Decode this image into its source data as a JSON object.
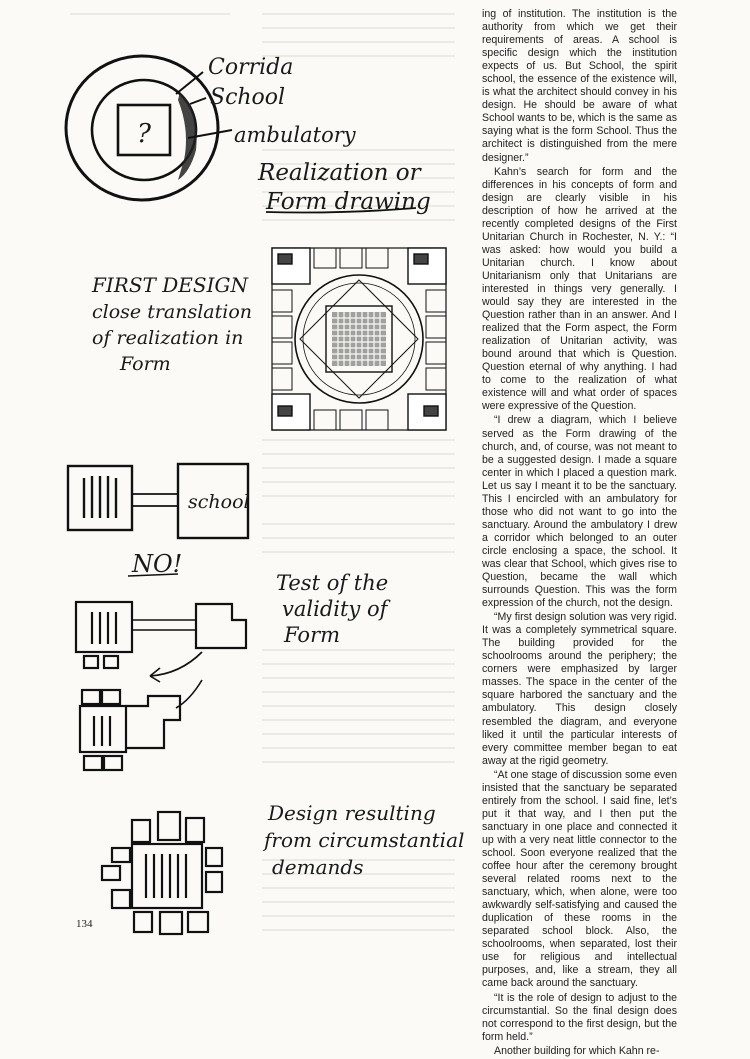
{
  "page": {
    "number": "134"
  },
  "sketches": {
    "diagram1": {
      "corridor": "Corrida",
      "school": "School",
      "question_mark": "?",
      "ambulatory": "ambulatory",
      "caption_line1": "Realization or",
      "caption_line2": "Form drawing"
    },
    "first_design": {
      "line1": "FIRST DESIGN",
      "line2": "close translation",
      "line3": "of realization in",
      "line4": "Form"
    },
    "diagram2": {
      "school_box": "school",
      "no": "NO!"
    },
    "test": {
      "line1": "Test of the",
      "line2": "validity of",
      "line3": "Form"
    },
    "result": {
      "line1": "Design resulting",
      "line2": "from circumstantial",
      "line3": "demands"
    }
  },
  "body_text": [
    "ing of institution. The institution is the authority from which we get their requirements of areas. A school is specific design which the institution expects of us. But School, the spirit school, the essence of the existence will, is what the architect should convey in his design. He should be aware of what School wants to be, which is the same as saying what is the form School. Thus the architect is distinguished from the mere designer.”",
    "Kahn’s search for form and the differences in his concepts of form and design are clearly visible in his description of how he arrived at the recently completed designs of the First Unitarian Church in Rochester, N. Y.: “I was asked: how would you build a Unitarian church. I know about Unitarianism only that Unitarians are interested in things very generally. I would say they are interested in the Question rather than in an answer. And I realized that the Form aspect, the Form realization of Unitarian activity, was bound around that which is Question. Question eternal of why anything. I had to come to the realization of what existence will and what order of spaces were expressive of the Question.",
    "“I drew a diagram, which I believe served as the Form drawing of the church, and, of course, was not meant to be a suggested design. I made a square center in which I placed a question mark. Let us say I meant it to be the sanctuary. This I encircled with an ambulatory for those who did not want to go into the sanctuary. Around the ambulatory I drew a corridor which belonged to an outer circle enclosing a space, the school. It was clear that School, which gives rise to Question, became the wall which surrounds Question. This was the form expression of the church, not the design.",
    "“My first design solution was very rigid. It was a completely symmetrical square. The building provided for the schoolrooms around the periphery; the corners were emphasized by larger masses. The space in the center of the square harbored the sanctuary and the ambulatory. This design closely resembled the diagram, and everyone liked it until the particular interests of every committee member began to eat away at the rigid geometry.",
    "“At one stage of discussion some even insisted that the sanctuary be separated entirely from the school. I said fine, let’s put it that way, and I then put the sanctuary in one place and connected it up with a very neat little connector to the school. Soon everyone realized that the coffee hour after the ceremony brought several related rooms next to the sanctuary, which, when alone, were too awkwardly self-satisfying and caused the duplication of these rooms in the separated school block. Also, the schoolrooms, when separated, lost their use for religious and intellectual purposes, and, like a stream, they all came back around the sanctuary.",
    "“It is the role of design to adjust to the circumstantial. So the final design does not correspond to the first design, but the form held.”",
    "Another building for which Kahn re-"
  ]
}
